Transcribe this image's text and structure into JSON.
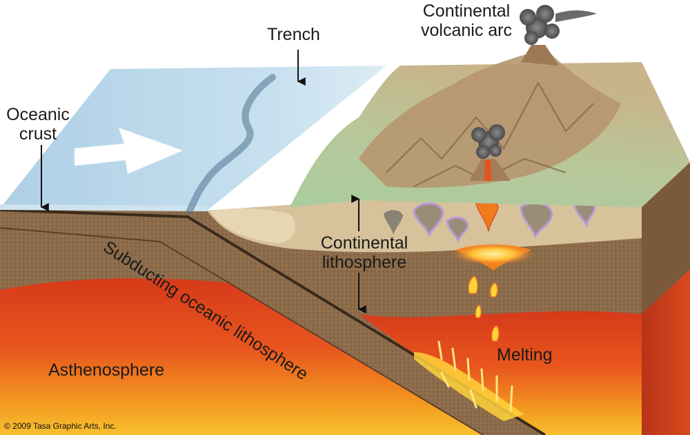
{
  "labels": {
    "trench": "Trench",
    "arc_line1": "Continental",
    "arc_line2": "volcanic arc",
    "oceanic_line1": "Oceanic",
    "oceanic_line2": "crust",
    "continental_line1": "Continental",
    "continental_line2": "lithosphere",
    "subducting": "Subducting oceanic lithosphere",
    "asthenosphere": "Asthenosphere",
    "melting": "Melting"
  },
  "credit": "© 2009 Tasa Graphic Arts, Inc.",
  "colors": {
    "ocean": "#bcd9ec",
    "ocean_edge": "#d9ecf5",
    "trench": "#5f7f98",
    "land_green": "#9fc59a",
    "land_brown": "#b39470",
    "crust_tan": "#d9c5a0",
    "lithosphere_brown": "#8a6a4a",
    "asthenosphere_red": "#d9401c",
    "asthenosphere_orange": "#f08a1e",
    "magma_yellow": "#ffd23a",
    "arrow_white": "#ffffff",
    "line_dark": "#111111"
  },
  "icons": {
    "plate_motion": "arrow-right-icon",
    "volcano": "volcano-icon"
  }
}
